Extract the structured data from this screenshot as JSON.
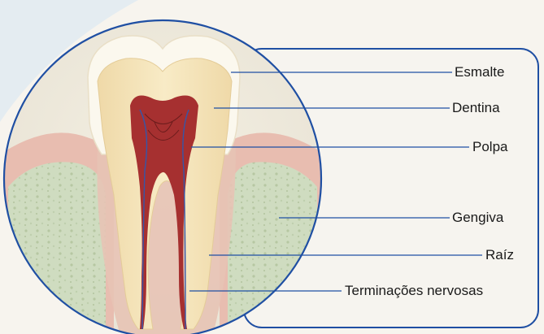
{
  "labels": {
    "enamel": "Esmalte",
    "dentin": "Dentina",
    "pulp": "Polpa",
    "gum": "Gengiva",
    "root": "Raíz",
    "nerve_endings": "Terminações nervosas"
  },
  "colors": {
    "frame": "#1f4fa3",
    "leader": "#1f4fa3",
    "enamel": "#fbf8ee",
    "dentin": "#f3e2b8",
    "pulp": "#9e2d2d",
    "gum": "#e8bdb0",
    "bone": "#cfdcc0"
  }
}
